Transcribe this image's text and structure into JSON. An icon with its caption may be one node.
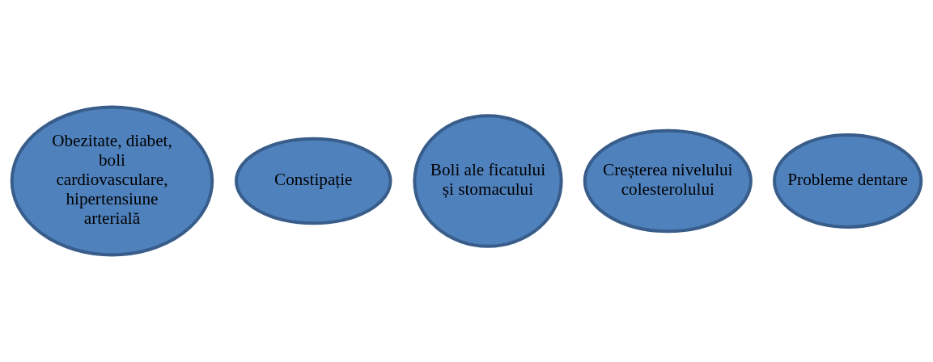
{
  "diagram": {
    "nodes": [
      {
        "text": [
          "Obezitate, diabet, boli cardiovasculare, hipertensiune arterială"
        ]
      },
      {
        "text": [
          "Constipație"
        ]
      },
      {
        "text": [
          "Boli ale ficatului și stomacului"
        ]
      },
      {
        "text": [
          "Creșterea nivelului colesterolului"
        ]
      },
      {
        "text": [
          "Probleme dentare"
        ]
      }
    ]
  }
}
